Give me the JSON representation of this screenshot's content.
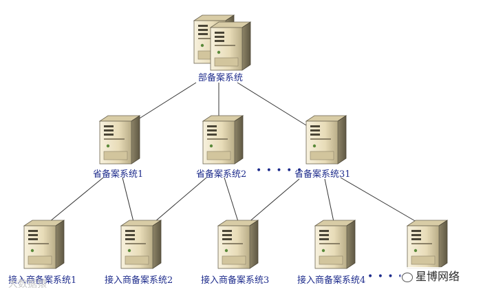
{
  "diagram": {
    "root": {
      "label": "部备案系统"
    },
    "provinces": [
      {
        "label": "省备案系统1"
      },
      {
        "label": "省备案系统2"
      },
      {
        "label": "省备案系统31"
      }
    ],
    "province_ellipsis": "• • • • •",
    "access": [
      {
        "label": "接入商备案系统1"
      },
      {
        "label": "接入商备案系统2"
      },
      {
        "label": "接入商备案系统3"
      },
      {
        "label": "接入商备案系统4"
      },
      {
        "label": ""
      }
    ],
    "access_ellipsis": "• • • •",
    "colors": {
      "label": "#1e2c8c",
      "server_body": "#efe6c9",
      "server_dark": "#6b6450",
      "line": "#333333"
    }
  },
  "watermarks": {
    "left": "大数据猿",
    "right": "星博网络"
  }
}
